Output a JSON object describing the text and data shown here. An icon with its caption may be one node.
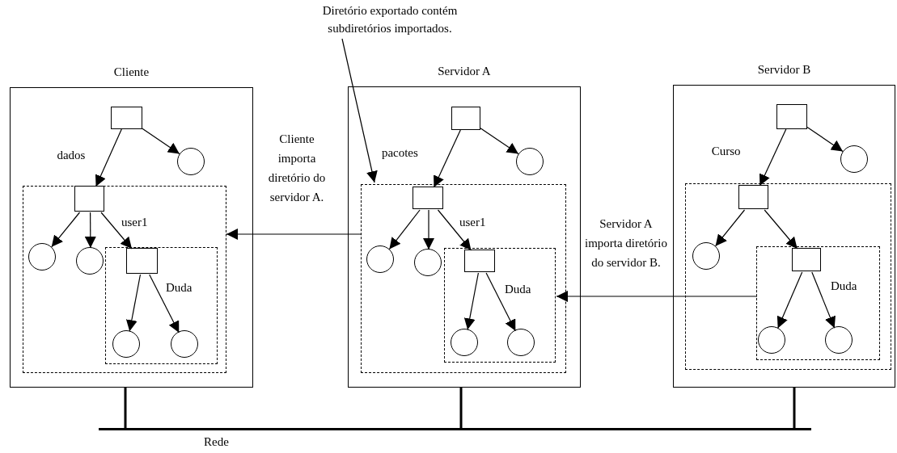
{
  "diagram": {
    "nodes": [
      {
        "text": [
          "Cliente"
        ]
      },
      {
        "text": [],
        "shape": "box",
        "in": 0
      },
      {
        "text": [],
        "shape": "circle",
        "in": 0
      },
      {
        "text": [],
        "shape": "box",
        "in": 0
      },
      {
        "text": [],
        "shape": "box",
        "in": 3
      },
      {
        "text": [],
        "shape": "circle",
        "in": 3
      },
      {
        "text": [],
        "shape": "circle",
        "in": 3
      },
      {
        "text": [],
        "shape": "box",
        "in": 3
      },
      {
        "text": [],
        "shape": "box",
        "in": 7,
        "beside": [
          "Duda"
        ]
      },
      {
        "text": [],
        "shape": "circle",
        "in": 7
      },
      {
        "text": [],
        "shape": "circle",
        "in": 7
      },
      {
        "text": [
          "Servidor A"
        ]
      },
      {
        "text": [],
        "shape": "box",
        "in": 11
      },
      {
        "text": [],
        "shape": "circle",
        "in": 11
      },
      {
        "text": [],
        "shape": "box",
        "in": 11
      },
      {
        "text": [],
        "shape": "box",
        "in": 14
      },
      {
        "text": [],
        "shape": "circle",
        "in": 14
      },
      {
        "text": [],
        "shape": "circle",
        "in": 14
      },
      {
        "text": [],
        "shape": "box",
        "in": 14
      },
      {
        "text": [],
        "shape": "box",
        "in": 18,
        "beside": [
          "Duda"
        ]
      },
      {
        "text": [],
        "shape": "circle",
        "in": 18
      },
      {
        "text": [],
        "shape": "circle",
        "in": 18
      },
      {
        "text": [
          "Servidor B"
        ]
      },
      {
        "text": [],
        "shape": "box",
        "in": 22
      },
      {
        "text": [],
        "shape": "circle",
        "in": 22
      },
      {
        "text": [],
        "shape": "box",
        "in": 22
      },
      {
        "text": [],
        "shape": "box",
        "in": 25
      },
      {
        "text": [],
        "shape": "circle",
        "in": 25
      },
      {
        "text": [],
        "shape": "box",
        "in": 25
      },
      {
        "text": [],
        "shape": "box",
        "in": 28,
        "beside": [
          "Duda"
        ]
      },
      {
        "text": [],
        "shape": "circle",
        "in": 28
      },
      {
        "text": [],
        "shape": "circle",
        "in": 28
      },
      {
        "text": [
          "Diretório exportado contém subdiretórios importados."
        ]
      },
      {
        "text": [
          "Rede"
        ]
      }
    ],
    "edges": [
      {
        "from": 1,
        "to": 4,
        "arrow": "to",
        "label": "dados"
      },
      {
        "from": 1,
        "to": 2,
        "arrow": "to"
      },
      {
        "from": 4,
        "to": 5,
        "arrow": "to"
      },
      {
        "from": 4,
        "to": 6,
        "arrow": "to"
      },
      {
        "from": 4,
        "to": 8,
        "arrow": "to",
        "label": "user1"
      },
      {
        "from": 8,
        "to": 9,
        "arrow": "to"
      },
      {
        "from": 8,
        "to": 10,
        "arrow": "to"
      },
      {
        "from": 12,
        "to": 15,
        "arrow": "to",
        "label": "pacotes"
      },
      {
        "from": 12,
        "to": 13,
        "arrow": "to"
      },
      {
        "from": 15,
        "to": 16,
        "arrow": "to"
      },
      {
        "from": 15,
        "to": 17,
        "arrow": "to"
      },
      {
        "from": 15,
        "to": 19,
        "arrow": "to",
        "label": "user1"
      },
      {
        "from": 19,
        "to": 20,
        "arrow": "to"
      },
      {
        "from": 19,
        "to": 21,
        "arrow": "to"
      },
      {
        "from": 23,
        "to": 26,
        "arrow": "to",
        "label": "Curso"
      },
      {
        "from": 23,
        "to": 24,
        "arrow": "to"
      },
      {
        "from": 26,
        "to": 27,
        "arrow": "to"
      },
      {
        "from": 26,
        "to": 29,
        "arrow": "to"
      },
      {
        "from": 29,
        "to": 30,
        "arrow": "to"
      },
      {
        "from": 29,
        "to": 31,
        "arrow": "to"
      },
      {
        "from": 14,
        "to": 3,
        "arrow": "to",
        "label": "Cliente importa diretório do servidor A."
      },
      {
        "from": 28,
        "to": 18,
        "arrow": "to",
        "label": "Servidor A importa diretório do servidor B."
      },
      {
        "from": 32,
        "to": 14,
        "arrow": "to"
      },
      {
        "from": 0,
        "to": 33,
        "arrow": "none",
        "style": "thick"
      },
      {
        "from": 11,
        "to": 33,
        "arrow": "none",
        "style": "thick"
      },
      {
        "from": 22,
        "to": 33,
        "arrow": "none",
        "style": "thick"
      }
    ]
  }
}
